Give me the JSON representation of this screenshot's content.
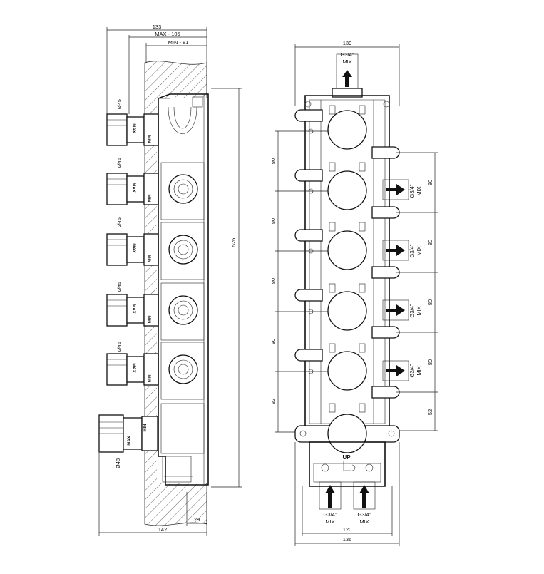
{
  "side_view": {
    "dims": {
      "total_depth": "133",
      "max_depth": "MAX - 105",
      "min_depth": "MIN - 81",
      "height": "526",
      "base_width": "142",
      "wall_offset": "29"
    },
    "knobs": [
      {
        "diameter": "Ø45",
        "max": "MAX",
        "min": "MIN"
      },
      {
        "diameter": "Ø45",
        "max": "MAX",
        "min": "MIN"
      },
      {
        "diameter": "Ø45",
        "max": "MAX",
        "min": "MIN"
      },
      {
        "diameter": "Ø45",
        "max": "MAX",
        "min": "MIN"
      },
      {
        "diameter": "Ø45",
        "max": "MAX",
        "min": "MIN"
      },
      {
        "diameter": "Ø48",
        "max": "MAX",
        "min": "MIN"
      }
    ]
  },
  "front_view": {
    "dims": {
      "top_width": "139",
      "inner_width": "120",
      "bottom_width": "136",
      "left_spacings": [
        "80",
        "80",
        "80",
        "80",
        "82"
      ],
      "right_spacings": [
        "80",
        "80",
        "80",
        "80",
        "52"
      ]
    },
    "top_outlet": {
      "thread": "G3/4\"",
      "label": "MIX"
    },
    "side_outlets": [
      {
        "thread": "G3/4\"",
        "label": "MIX"
      },
      {
        "thread": "G3/4\"",
        "label": "MIX"
      },
      {
        "thread": "G3/4\"",
        "label": "MIX"
      },
      {
        "thread": "G3/4\"",
        "label": "MIX"
      }
    ],
    "up_marker": "UP",
    "bottom_inlets": [
      {
        "thread": "G3/4\"",
        "label": "MIX"
      },
      {
        "thread": "G3/4\"",
        "label": "MIX"
      }
    ]
  }
}
